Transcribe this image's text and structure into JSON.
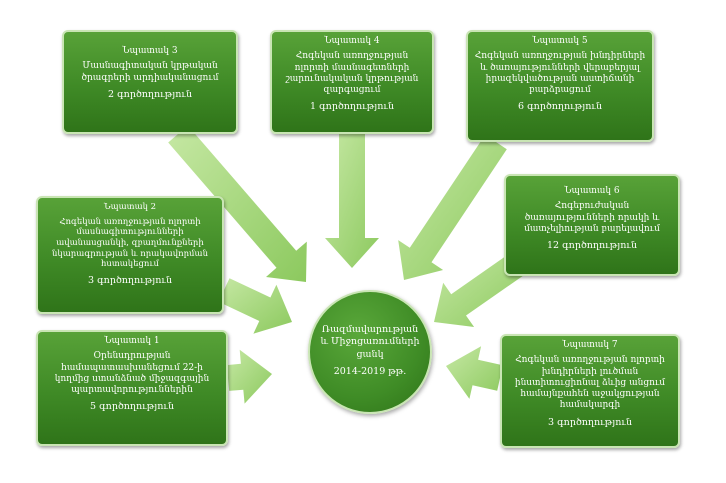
{
  "center": {
    "title": "Ռազմավարության և Միջոցառումների ցանկ",
    "years": "2014-2019 թթ."
  },
  "goals": [
    {
      "title": "Նպատակ 1",
      "text": "Օրենսդրության համապատասխանեցում 22-ի կողմից ստանձնած միջազգային պարտավորություններին",
      "count": "5 գործողություն"
    },
    {
      "title": "Նպատակ 2",
      "text": "Հոգեկան առողջության ոլորտի մասնագիտությունների ավանասցանկի, զբաղմունքների նկարագրության և որակավորման հստակեցում",
      "count": "3 գործողություն"
    },
    {
      "title": "Նպատակ 3",
      "text": "Մասնագիտական կրթական ծրագրերի արդիականացում",
      "count": "2 գործողություն"
    },
    {
      "title": "Նպատակ 4",
      "text": "Հոգեկան առողջության ոլորտի մասնագետների շարունակական կրթության զարգացում",
      "count": "1 գործողություն"
    },
    {
      "title": "Նպատակ 5",
      "text": "Հոգեկան առողջության խնդիրների և ծառայությունների վերաբերյալ իրազեկվածության աստիճանի բարձրացում",
      "count": "6 գործողություն"
    },
    {
      "title": "Նպատակ 6",
      "text": "Հոգեբուժական ծառայությունների որակի և մատչելիության բարելավում",
      "count": "12 գործողություն"
    },
    {
      "title": "Նպատակ 7",
      "text": "Հոգեկան առողջության ոլորտի խնդիրների լուծման ինստիտուցիոնալ ձևից անցում համայնքահեն աջակցության համակարգի",
      "count": "3 գործողություն"
    }
  ],
  "colors": {
    "box": "#3f8a26",
    "border": "#c9e5b4",
    "arrow": "#a8d882"
  }
}
